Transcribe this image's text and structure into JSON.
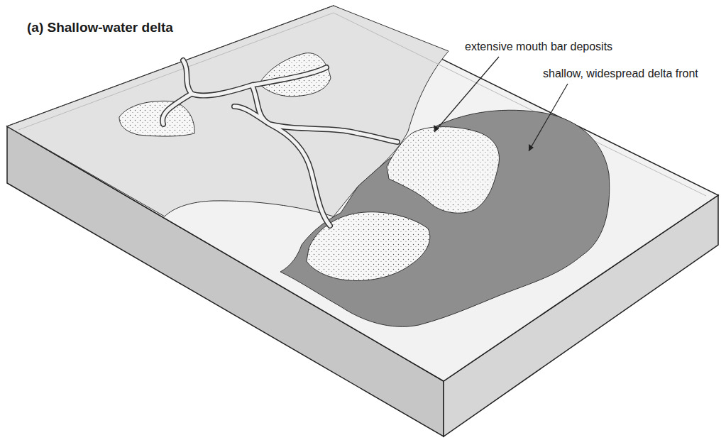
{
  "diagram": {
    "title": "(a) Shallow-water delta",
    "labels": [
      "extensive mouth bar deposits",
      "shallow, widespread delta front"
    ]
  }
}
